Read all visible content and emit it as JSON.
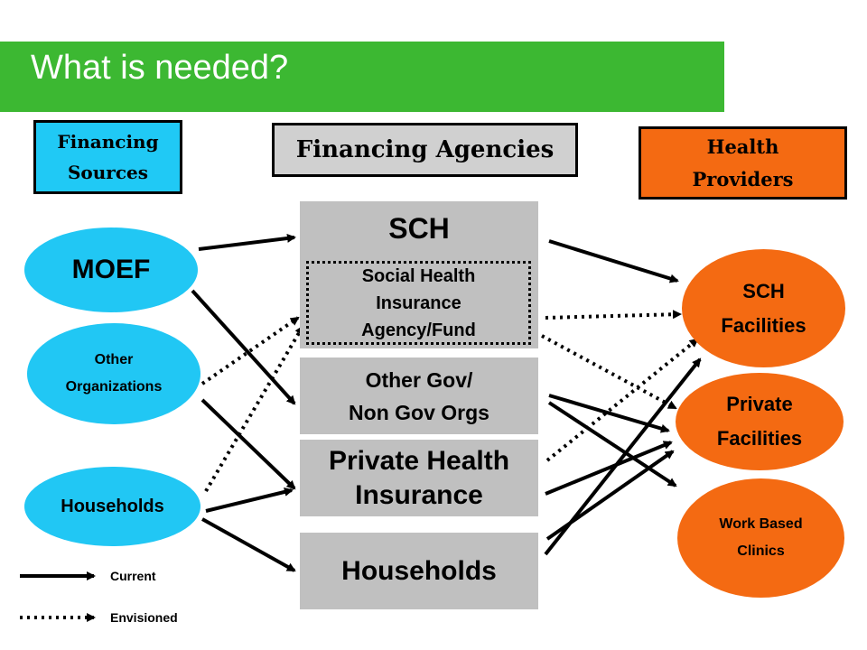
{
  "title": "What is needed?",
  "headers": {
    "sources": [
      "Financing",
      "Sources"
    ],
    "agencies": "Financing Agencies",
    "providers": [
      "Health",
      "Providers"
    ]
  },
  "sources": {
    "moef": "MOEF",
    "other": [
      "Other",
      "Organizations"
    ],
    "households": "Households"
  },
  "agencies": {
    "sch": {
      "title": "SCH",
      "subtitle": [
        "Social Health",
        "Insurance",
        "Agency/Fund"
      ]
    },
    "other_gov": [
      "Other Gov/",
      "Non Gov Orgs"
    ],
    "private_health": [
      "Private Health",
      "Insurance"
    ],
    "households": "Households"
  },
  "providers": {
    "sch": [
      "SCH",
      "Facilities"
    ],
    "private": [
      "Private",
      "Facilities"
    ],
    "work": [
      "Work Based",
      "Clinics"
    ]
  },
  "legend": {
    "current": "Current",
    "envisioned": "Envisioned"
  },
  "colors": {
    "title_bar": "#3cb832",
    "sources_blue": "#21c7f4",
    "providers_orange": "#f46a12",
    "agency_gray": "#c0c0c0"
  }
}
